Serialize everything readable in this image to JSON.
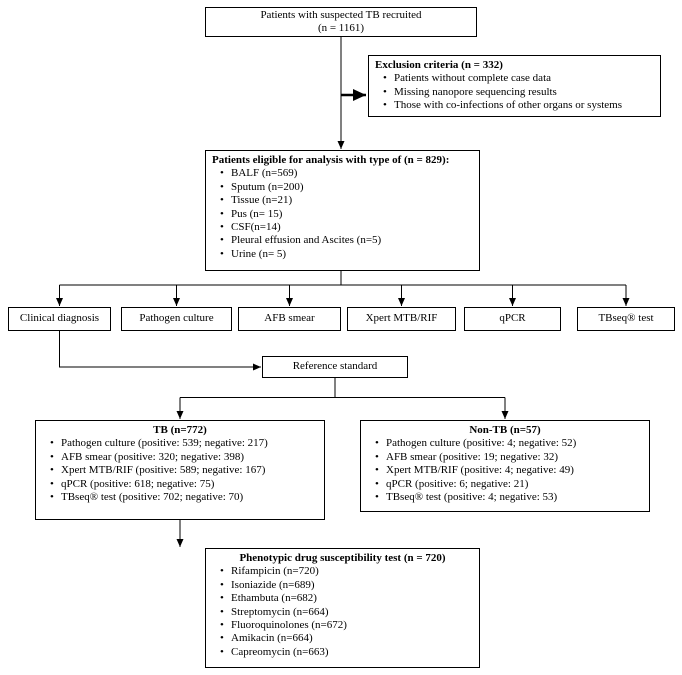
{
  "diagram": {
    "colors": {
      "border": "#000000",
      "background": "#ffffff",
      "text": "#000000"
    },
    "recruited": {
      "line1": "Patients with suspected TB recruited",
      "line2": "(n = 1161)"
    },
    "exclusion": {
      "title": "Exclusion criteria (n = 332)",
      "items": [
        "Patients without complete case data",
        "Missing nanopore sequencing results",
        "Those with co-infections of other organs or systems"
      ]
    },
    "eligible": {
      "title": "Patients eligible for analysis with type of (n = 829):",
      "items": [
        "BALF (n=569)",
        "Sputum (n=200)",
        "Tissue (n=21)",
        "Pus (n= 15)",
        "CSF(n=14)",
        "Pleural effusion and Ascites (n=5)",
        "Urine (n= 5)"
      ]
    },
    "tests": [
      "Clinical diagnosis",
      "Pathogen culture",
      "AFB smear",
      "Xpert MTB/RIF",
      "qPCR",
      "TBseq® test"
    ],
    "reference": "Reference standard",
    "tb": {
      "title": "TB (n=772)",
      "items": [
        "Pathogen culture (positive: 539; negative: 217)",
        "AFB smear (positive: 320; negative: 398)",
        "Xpert MTB/RIF (positive: 589; negative: 167)",
        "qPCR (positive: 618; negative: 75)",
        "TBseq® test (positive: 702; negative: 70)"
      ]
    },
    "non_tb": {
      "title": "Non-TB (n=57)",
      "items": [
        "Pathogen culture (positive: 4; negative: 52)",
        "AFB smear (positive: 19; negative: 32)",
        "Xpert MTB/RIF (positive: 4; negative: 49)",
        "qPCR (positive: 6; negative: 21)",
        "TBseq® test (positive: 4; negative: 53)"
      ]
    },
    "dst": {
      "title": "Phenotypic drug susceptibility test (n = 720)",
      "items": [
        "Rifampicin (n=720)",
        "Isoniazide (n=689)",
        "Ethambuta (n=682)",
        "Streptomycin (n=664)",
        "Fluoroquinolones (n=672)",
        "Amikacin (n=664)",
        "Capreomycin (n=663)"
      ]
    }
  }
}
